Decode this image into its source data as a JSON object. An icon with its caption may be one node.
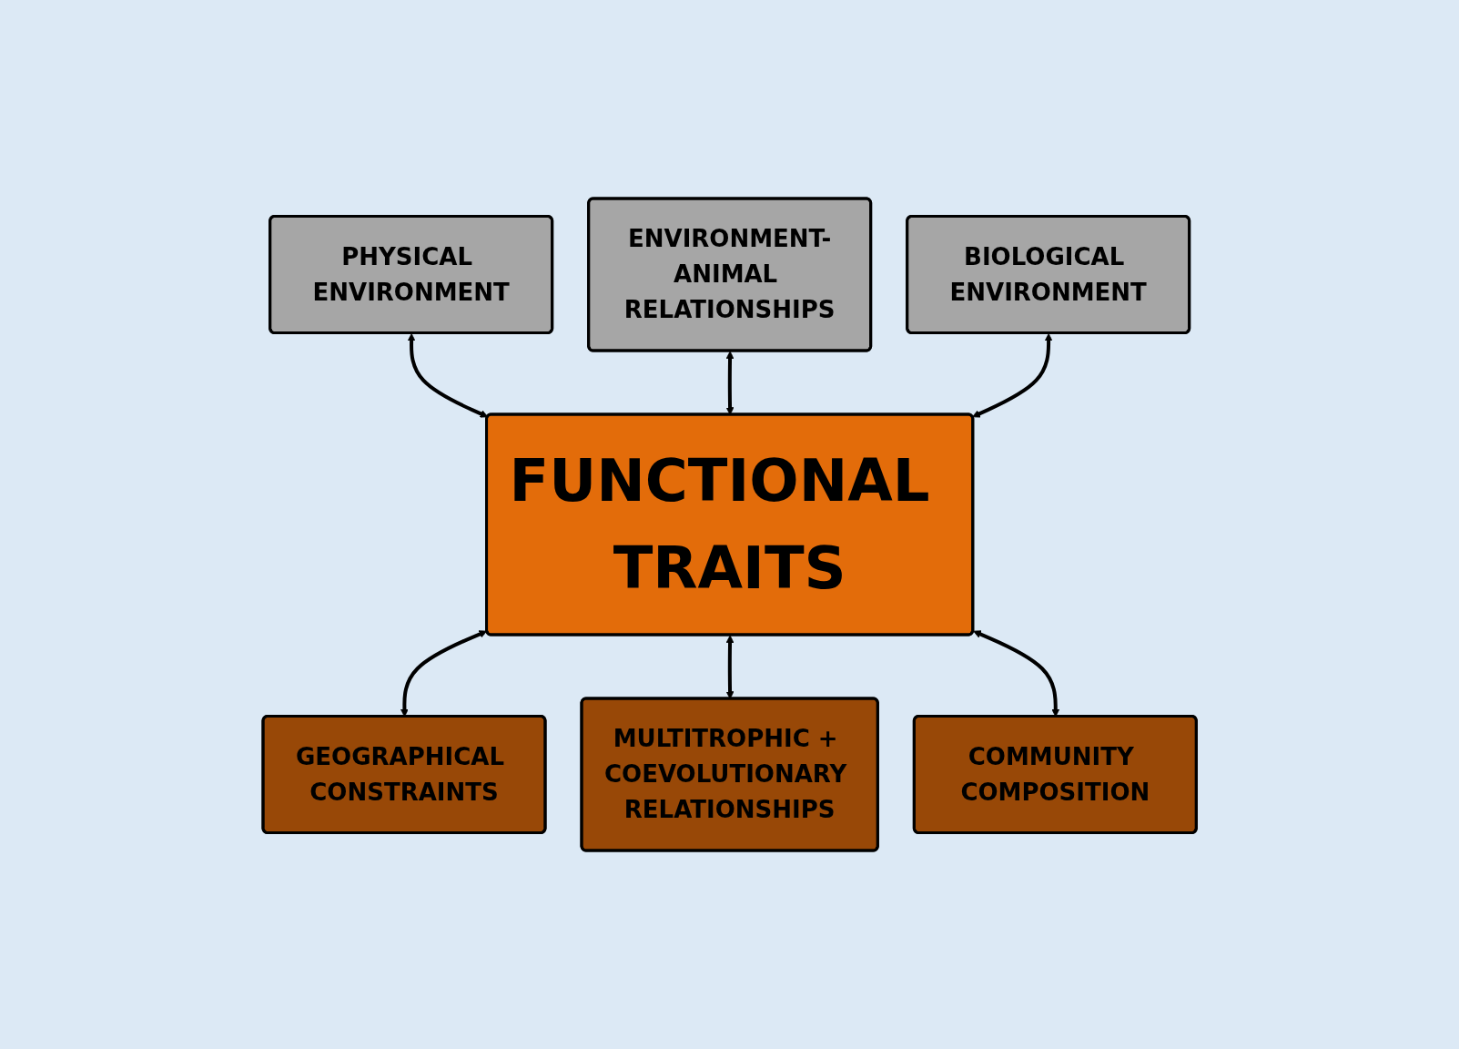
{
  "diagram": {
    "nodes": [
      {
        "text": [
          "PHYSICAL ENVIRONMENT"
        ]
      },
      {
        "text": [
          "ENVIRONMENT-ANIMAL RELATIONSHIPS"
        ]
      },
      {
        "text": [
          "BIOLOGICAL ENVIRONMENT"
        ]
      },
      {
        "text": [
          "FUNCTIONAL TRAITS"
        ]
      },
      {
        "text": [
          "GEOGRAPHICAL CONSTRAINTS"
        ]
      },
      {
        "text": [
          "MULTITROPHIC + COEVOLUTIONARY RELATIONSHIPS"
        ]
      },
      {
        "text": [
          "COMMUNITY COMPOSITION"
        ]
      }
    ],
    "edges": [
      {
        "from": 0,
        "to": 3,
        "arrow": "both"
      },
      {
        "from": 1,
        "to": 3,
        "arrow": "both"
      },
      {
        "from": 2,
        "to": 3,
        "arrow": "both"
      },
      {
        "from": 3,
        "to": 4,
        "arrow": "both"
      },
      {
        "from": 3,
        "to": 5,
        "arrow": "both"
      },
      {
        "from": 3,
        "to": 6,
        "arrow": "both"
      }
    ]
  }
}
